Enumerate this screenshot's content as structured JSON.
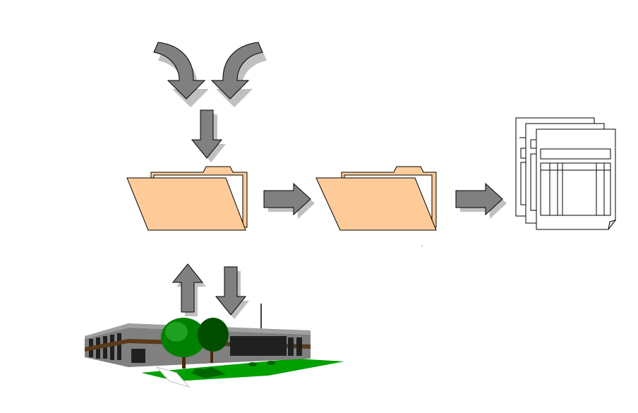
{
  "diagram": {
    "nodes": [
      {
        "id": "folder-input",
        "icon": "folder-icon"
      },
      {
        "id": "folder-processed",
        "icon": "folder-icon"
      },
      {
        "id": "report-stack",
        "icon": "document-stack-icon"
      },
      {
        "id": "office-building",
        "icon": "building-icon"
      }
    ],
    "edges": [
      {
        "from": "external-left",
        "to": "folder-input",
        "icon": "curved-arrow-icon"
      },
      {
        "from": "external-right",
        "to": "folder-input",
        "icon": "curved-arrow-icon"
      },
      {
        "from": "merge",
        "to": "folder-input",
        "icon": "arrow-down-icon"
      },
      {
        "from": "folder-input",
        "to": "folder-processed",
        "icon": "arrow-right-icon"
      },
      {
        "from": "folder-processed",
        "to": "report-stack",
        "icon": "arrow-right-icon"
      },
      {
        "from": "office-building",
        "to": "folder-input",
        "icon": "arrow-up-icon"
      },
      {
        "from": "folder-input",
        "to": "office-building",
        "icon": "arrow-down-icon"
      }
    ]
  },
  "colors": {
    "arrow_fill": "#808080",
    "arrow_stroke": "#000000",
    "arrow_shadow": "#c0c0c0",
    "folder_fill": "#ffcc99",
    "folder_paper": "#ffffff",
    "document_fill": "#ffffff",
    "building_gray": "#808080",
    "building_dark": "#303030",
    "building_stripe": "#5a3a1a",
    "tree_green": "#008000",
    "tree_dark": "#004d00",
    "lawn_green": "#00a000"
  }
}
